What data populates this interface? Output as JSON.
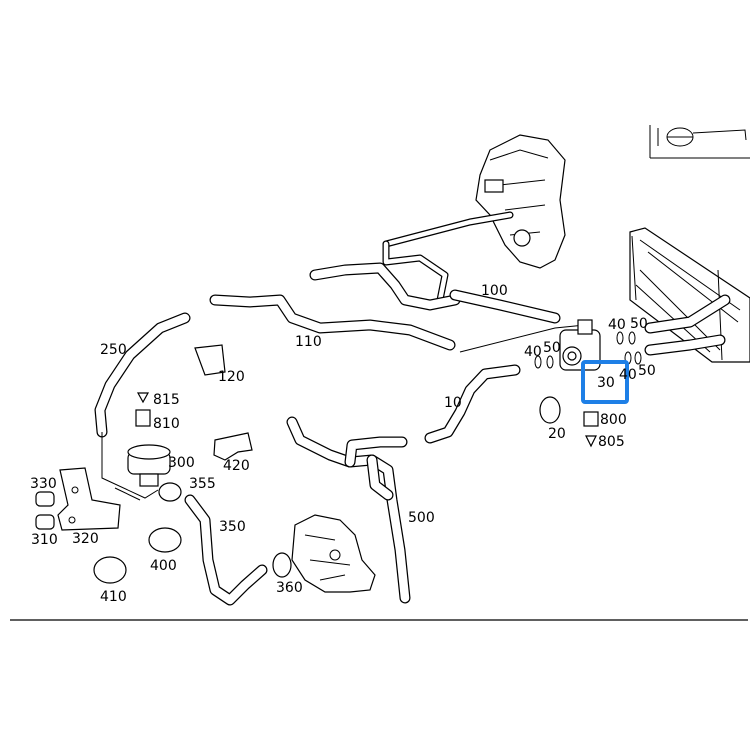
{
  "labels": {
    "p10": "10",
    "p20": "20",
    "p30": "30",
    "p40a": "40",
    "p40b": "40",
    "p40c": "40",
    "p50a": "50",
    "p50b": "50",
    "p50c": "50",
    "p100": "100",
    "p110": "110",
    "p120": "120",
    "p250": "250",
    "p300": "300",
    "p310": "310",
    "p320": "320",
    "p330": "330",
    "p350": "350",
    "p355": "355",
    "p360": "360",
    "p400": "400",
    "p410": "410",
    "p420": "420",
    "p500": "500",
    "p800": "800",
    "p805": "805",
    "p810": "810",
    "p815": "815"
  },
  "highlight": {
    "part": "30",
    "color": "#1e7fe6"
  },
  "icons": {
    "corner": "view-direction-icon"
  }
}
